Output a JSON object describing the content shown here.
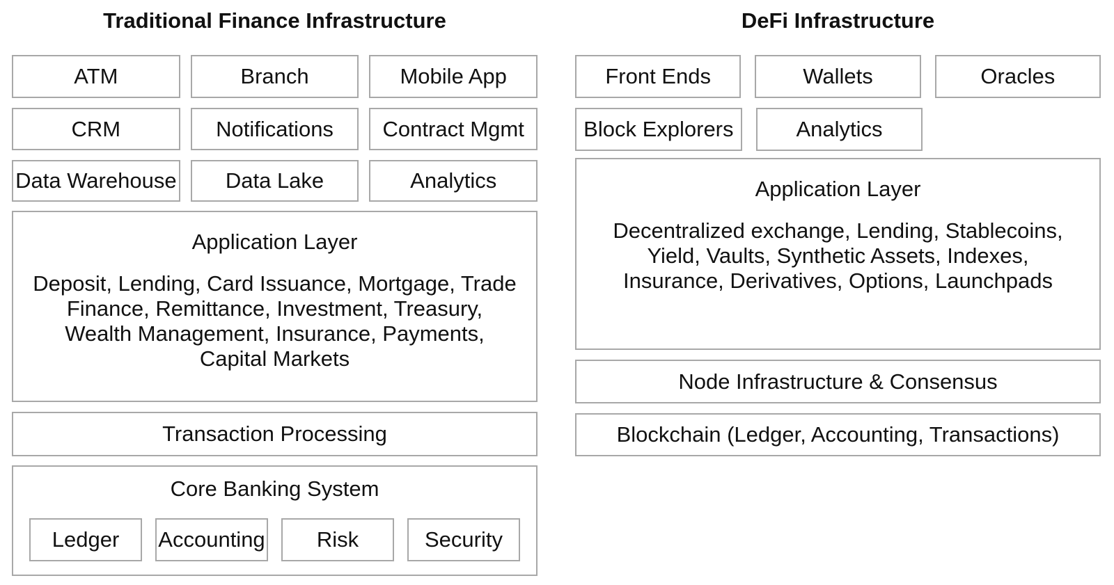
{
  "tradfi": {
    "title": "Traditional Finance Infrastructure",
    "rows": [
      [
        "ATM",
        "Branch",
        "Mobile App"
      ],
      [
        "CRM",
        "Notifications",
        "Contract Mgmt"
      ],
      [
        "Data Warehouse",
        "Data Lake",
        "Analytics"
      ]
    ],
    "application_layer": {
      "heading": "Application Layer",
      "body": "Deposit, Lending, Card Issuance, Mortgage, Trade\nFinance, Remittance, Investment, Treasury,\nWealth Management, Insurance, Payments,\nCapital Markets"
    },
    "transaction_processing": "Transaction Processing",
    "core_banking": {
      "heading": "Core Banking System",
      "modules": [
        "Ledger",
        "Accounting",
        "Risk",
        "Security"
      ]
    }
  },
  "defi": {
    "title": "DeFi Infrastructure",
    "rows": [
      [
        "Front Ends",
        "Wallets",
        "Oracles"
      ],
      [
        "Block Explorers",
        "Analytics"
      ]
    ],
    "application_layer": {
      "heading": "Application Layer",
      "body": "Decentralized exchange, Lending, Stablecoins,\nYield, Vaults, Synthetic Assets, Indexes,\nInsurance, Derivatives, Options, Launchpads"
    },
    "node_infrastructure": "Node Infrastructure & Consensus",
    "blockchain": "Blockchain (Ledger, Accounting, Transactions)"
  },
  "colors": {
    "background": "#ffffff",
    "box_border": "#a8a8a8",
    "text": "#111111"
  }
}
